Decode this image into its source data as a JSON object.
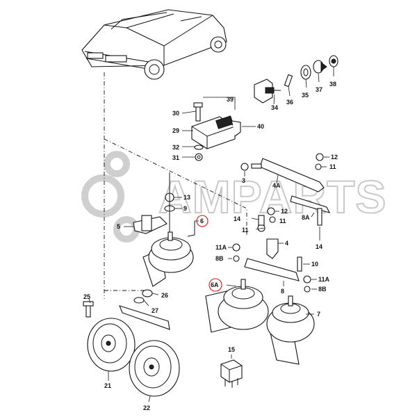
{
  "watermark": {
    "text": "AMPARTS",
    "color": "#c9c9c9"
  },
  "highlight_color": "#d11111",
  "callouts": {
    "p3": "3",
    "p4": "4",
    "p4A": "4A",
    "p5": "5",
    "p6": "6",
    "p6A": "6A",
    "p7": "7",
    "p8": "8",
    "p8A": "8A",
    "p8B_left": "8B",
    "p8B_right": "8B",
    "p9": "9",
    "p10": "10",
    "p11_top": "11",
    "p11_mid": "11",
    "p11A_left": "11A",
    "p11A_right": "11A",
    "p12_top": "12",
    "p12_mid": "12",
    "p13": "13",
    "p14_left": "14",
    "p14_right": "14",
    "p15": "15",
    "p21": "21",
    "p22": "22",
    "p25": "25",
    "p26": "26",
    "p27": "27",
    "p29": "29",
    "p30": "30",
    "p31": "31",
    "p32": "32",
    "p34": "34",
    "p35": "35",
    "p36": "36",
    "p37": "37",
    "p38": "38",
    "p39": "39",
    "p40": "40"
  }
}
